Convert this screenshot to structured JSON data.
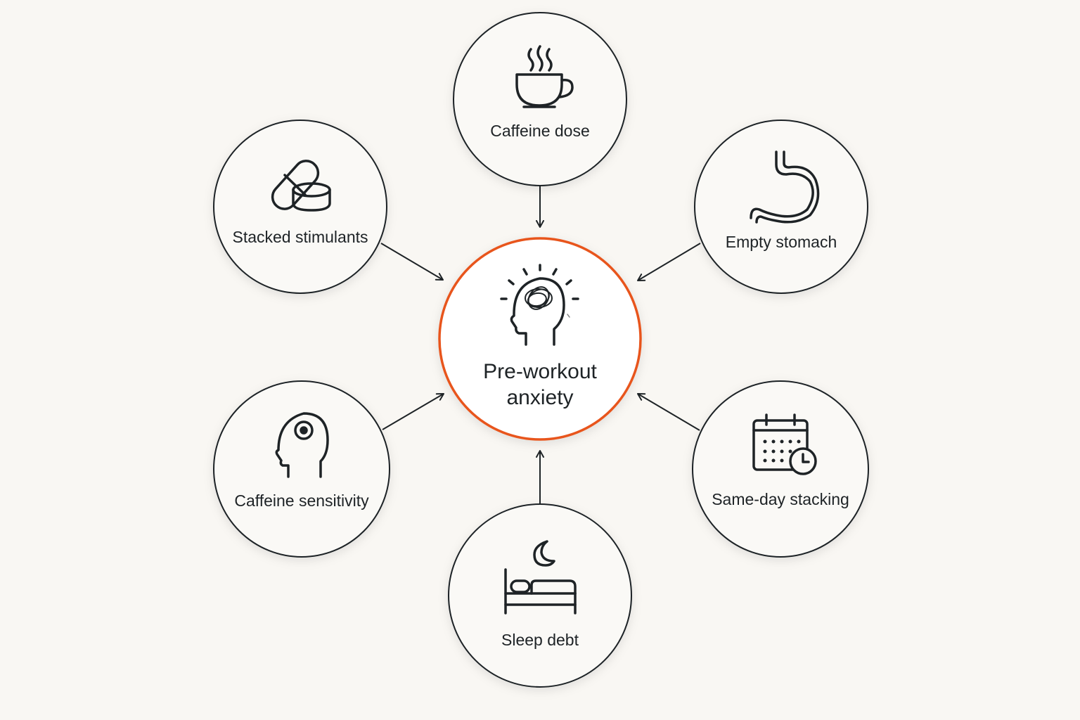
{
  "diagram": {
    "center": {
      "label_line1": "Pre-workout",
      "label_line2": "anxiety",
      "icon": "anxious-head-icon",
      "accent_color": "#e8541f"
    },
    "factors": [
      {
        "id": "caffeine-dose",
        "label": "Caffeine dose",
        "icon": "coffee-cup-icon"
      },
      {
        "id": "stacked-stimulants",
        "label": "Stacked stimulants",
        "icon": "pills-icon"
      },
      {
        "id": "empty-stomach",
        "label": "Empty stomach",
        "icon": "stomach-icon"
      },
      {
        "id": "caffeine-sensitivity",
        "label": "Caffeine sensitivity",
        "icon": "head-target-icon"
      },
      {
        "id": "same-day-stacking",
        "label": "Same-day stacking",
        "icon": "calendar-clock-icon"
      },
      {
        "id": "sleep-debt",
        "label": "Sleep debt",
        "icon": "bed-moon-icon"
      }
    ],
    "colors": {
      "background": "#f9f7f3",
      "node_stroke": "#1e2326",
      "center_stroke": "#e8541f",
      "text": "#1e2326"
    }
  }
}
